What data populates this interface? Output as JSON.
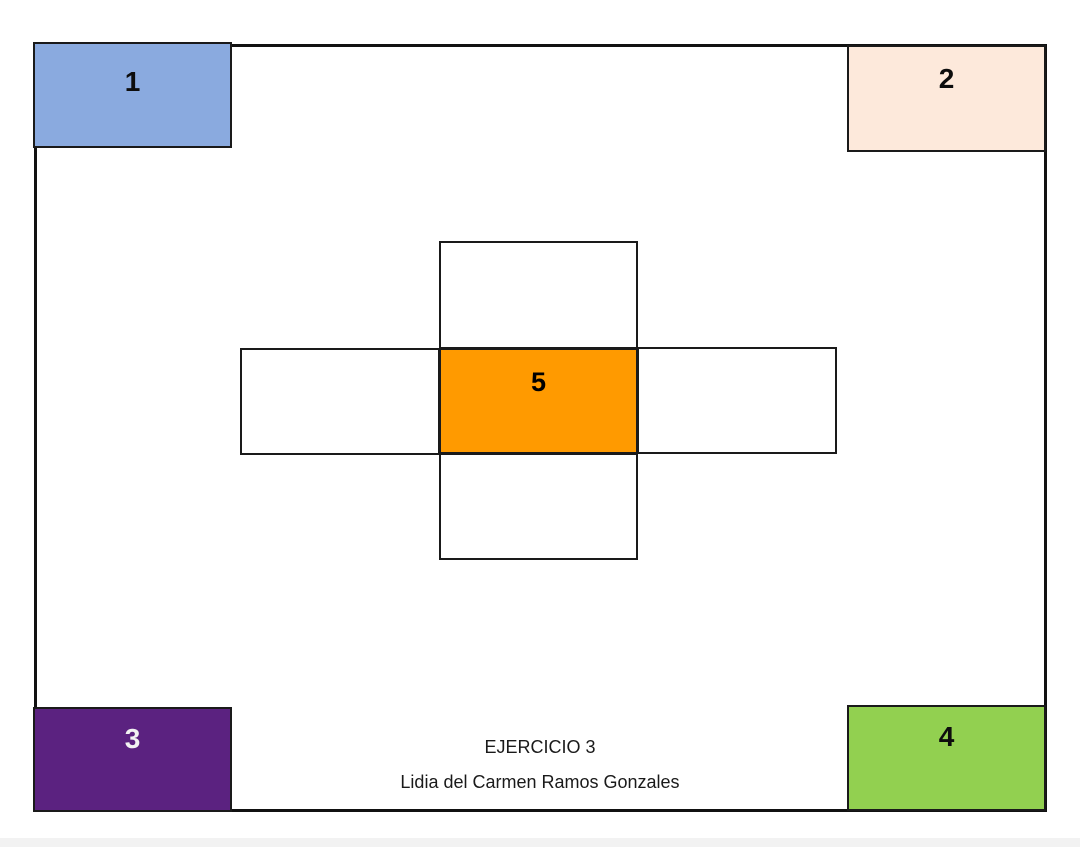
{
  "corners": [
    {
      "label": "1",
      "color": "#8aaadf",
      "text_color": "#0d0d0d"
    },
    {
      "label": "2",
      "color": "#fde9db",
      "text_color": "#0d0d0d"
    },
    {
      "label": "3",
      "color": "#5b2280",
      "text_color": "#f2f2f2"
    },
    {
      "label": "4",
      "color": "#92d050",
      "text_color": "#0d0d0d"
    }
  ],
  "cross": {
    "center_label": "5",
    "center_color": "#ff9a00"
  },
  "caption": {
    "title": "EJERCICIO 3",
    "author": "Lidia del Carmen Ramos Gonzales"
  }
}
